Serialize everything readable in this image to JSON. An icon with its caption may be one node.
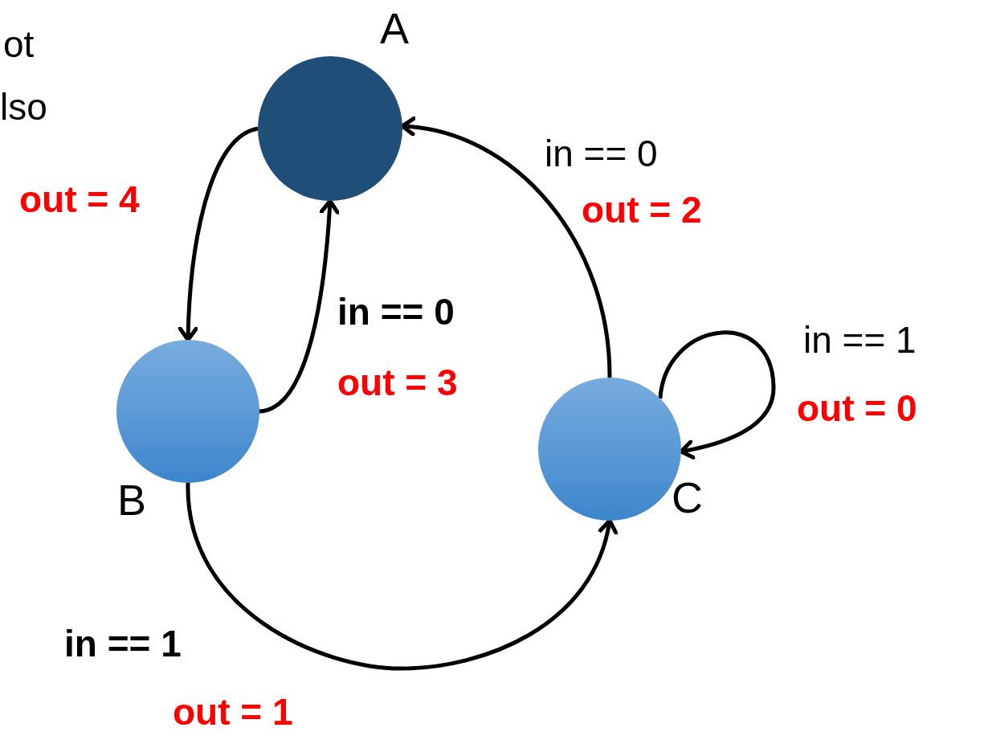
{
  "diagram": {
    "nodes": [
      {
        "text": [
          "A"
        ]
      },
      {
        "text": [
          "B"
        ]
      },
      {
        "text": [
          "C"
        ]
      }
    ],
    "edges": [
      {
        "from": 0,
        "to": 1,
        "arrow": "to"
      },
      {
        "from": 1,
        "to": 0,
        "arrow": "to",
        "label": "in == 0"
      },
      {
        "from": 2,
        "to": 0,
        "arrow": "to",
        "label": "in == 0"
      },
      {
        "from": 2,
        "to": 2,
        "arrow": "to",
        "label": "in == 1"
      },
      {
        "from": 1,
        "to": 2,
        "arrow": "to",
        "label": "in == 1"
      }
    ],
    "labels": [
      "ot",
      "lso",
      "out = 4",
      "out = 2",
      "out = 3",
      "out = 0",
      "out = 1"
    ]
  }
}
